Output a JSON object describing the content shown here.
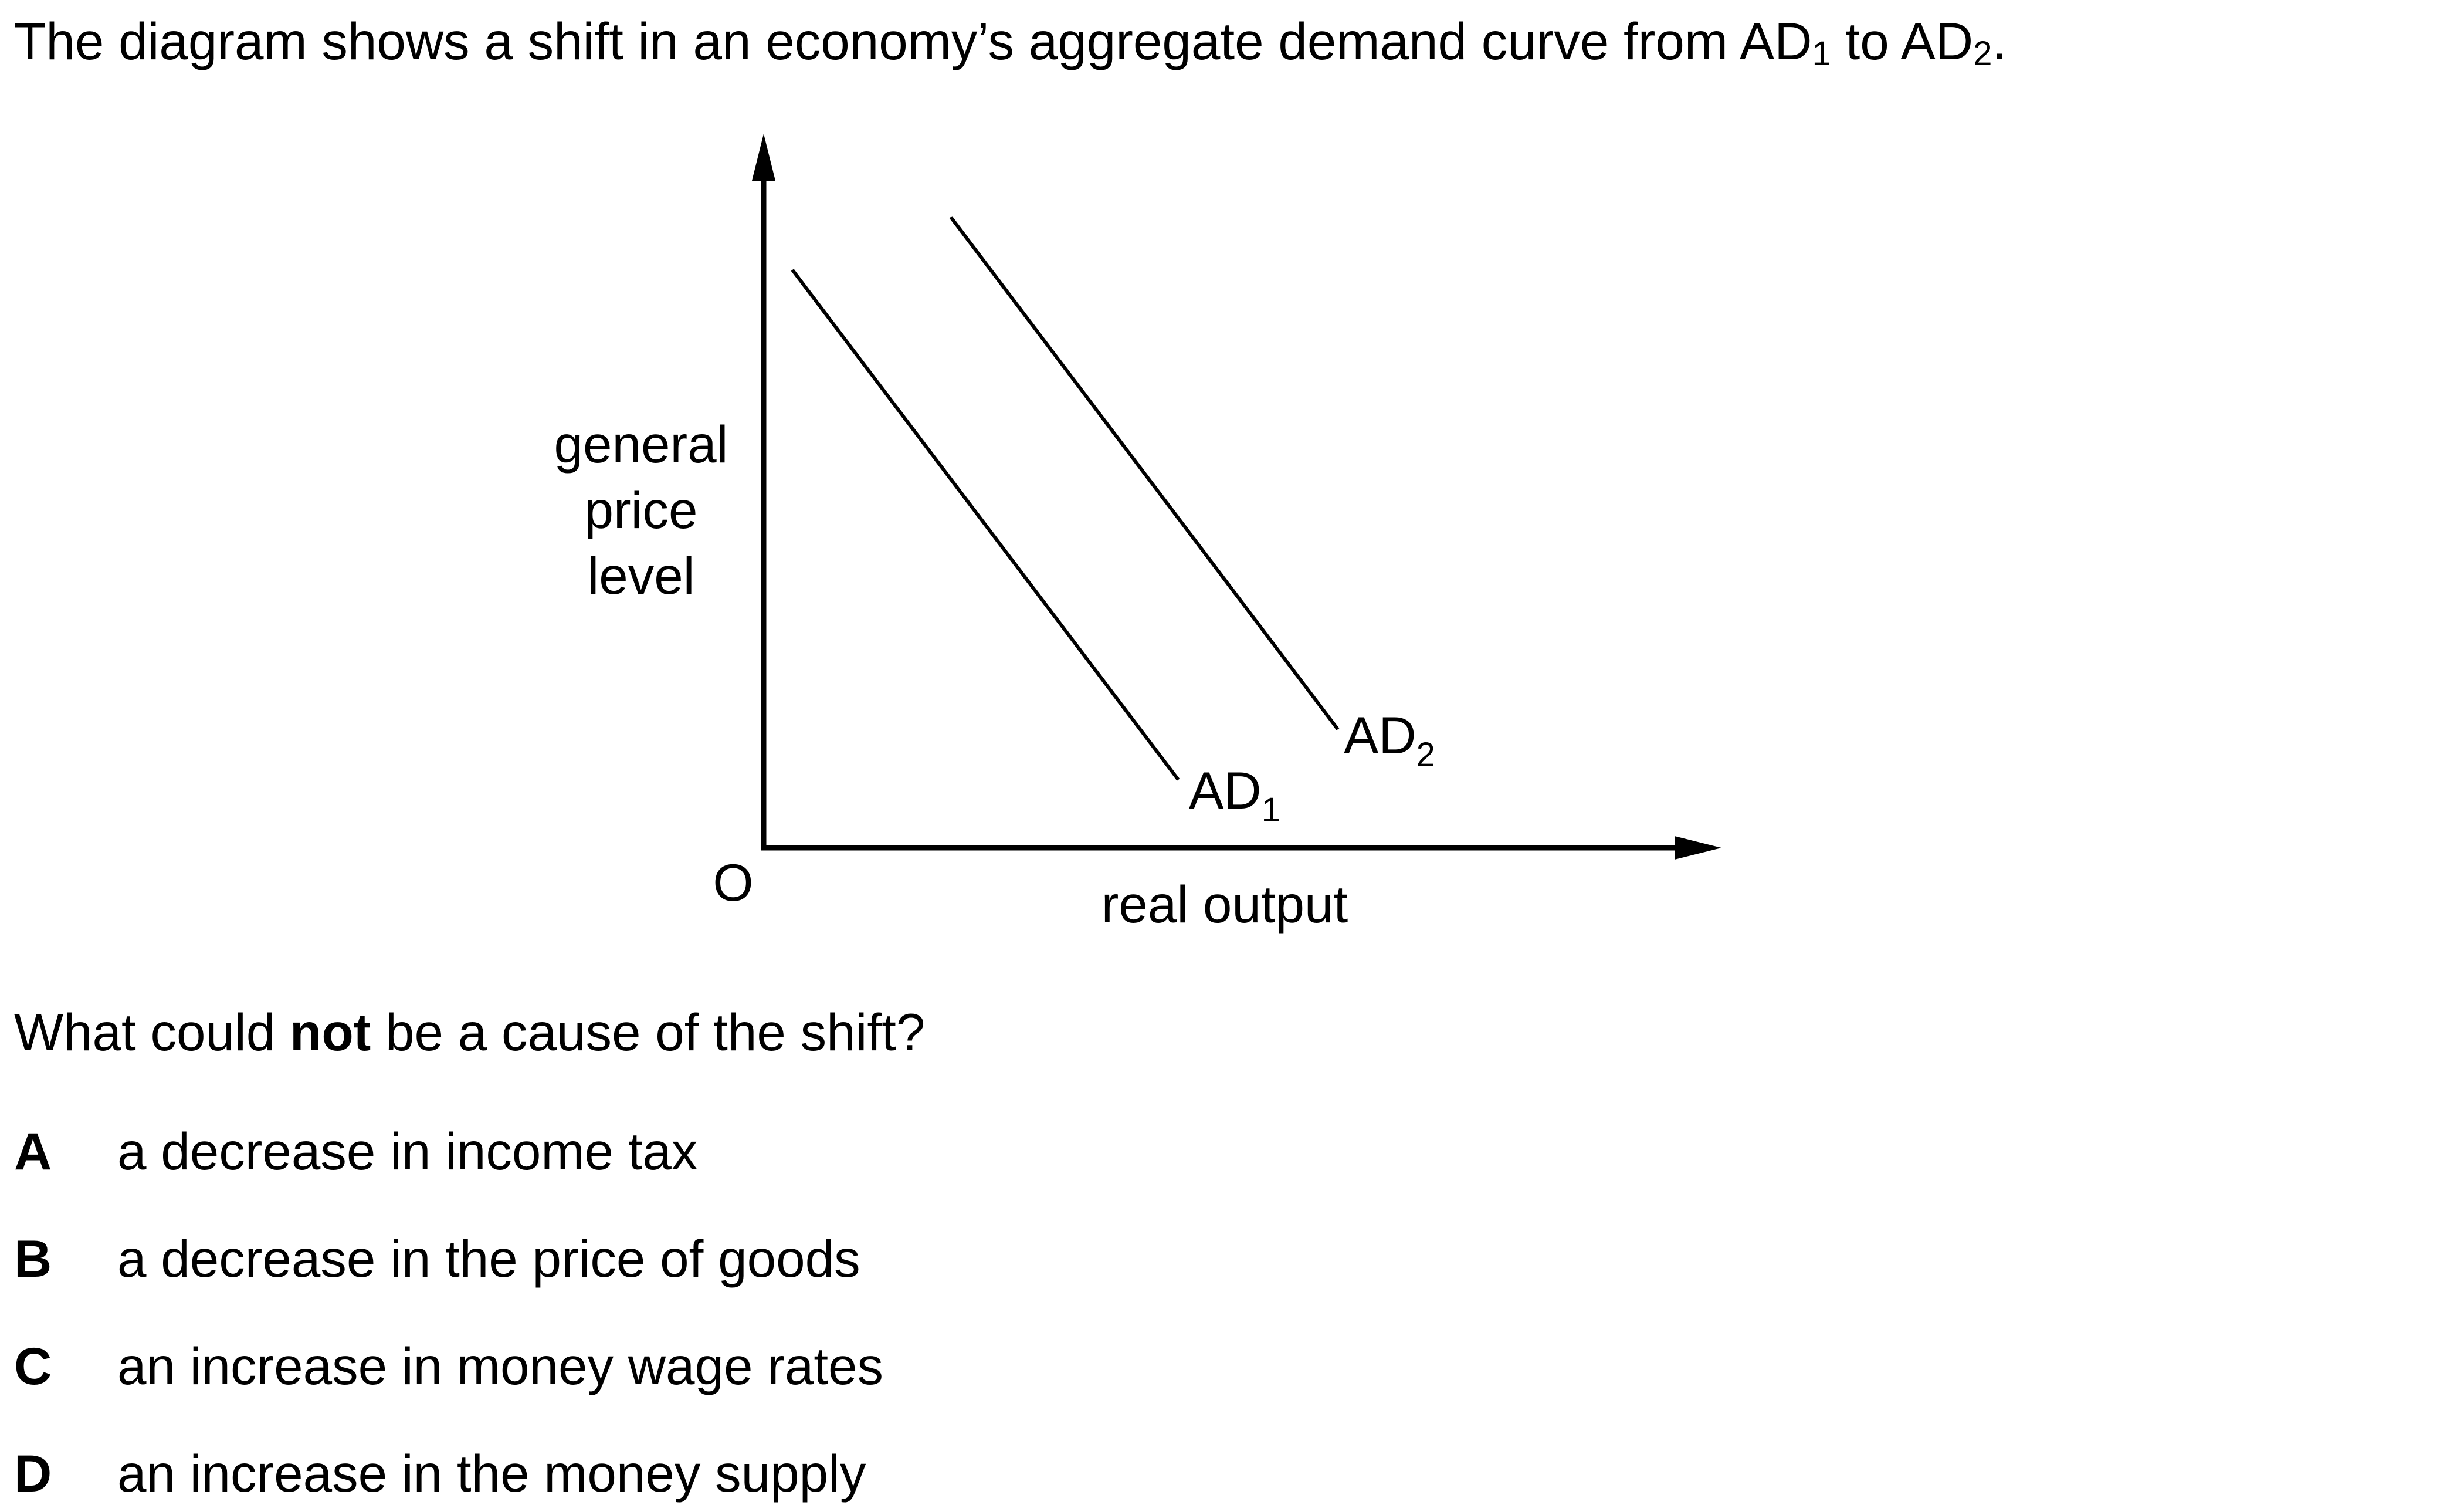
{
  "intro": {
    "lead": "The diagram shows a shift in an economy’s aggregate demand curve from AD",
    "sub1": "1",
    "mid": " to AD",
    "sub2": "2",
    "end": "."
  },
  "diagram": {
    "y_axis_label": [
      "general",
      "price",
      "level"
    ],
    "origin_label": "O",
    "x_axis_label": "real output",
    "curves": [
      {
        "label": "AD",
        "subscript": "1"
      },
      {
        "label": "AD",
        "subscript": "2"
      }
    ]
  },
  "question": {
    "before": "What could ",
    "emphasis": "not",
    "after": " be a cause of the shift?"
  },
  "options": [
    {
      "letter": "A",
      "text": "a decrease in income tax"
    },
    {
      "letter": "B",
      "text": "a decrease in the price of goods"
    },
    {
      "letter": "C",
      "text": "an increase in money wage rates"
    },
    {
      "letter": "D",
      "text": "an increase in the money supply"
    }
  ]
}
